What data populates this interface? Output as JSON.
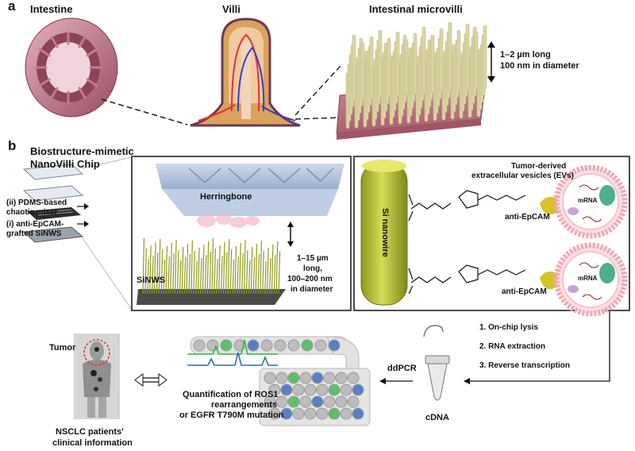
{
  "panel_a": {
    "letter": "a",
    "intestine_label": "Intestine",
    "villi_label": "Villi",
    "microvilli_label": "Intestinal microvilli",
    "microvilli_dims": [
      "1–2 µm long",
      "100 nm in diameter"
    ]
  },
  "panel_b": {
    "letter": "b",
    "chip_title": [
      "Biostructure-mimetic",
      "NanoVilli Chip"
    ],
    "layer_ii": [
      "(ii) PDMS-based",
      "chaotic mixer"
    ],
    "layer_i": [
      "(i) anti-EpCAM-",
      "grafted SiNWS"
    ],
    "herringbone_label": "Herringbone",
    "siNWS_label": "SiNWS",
    "nanowire_dims": [
      "1–15 µm",
      "long,",
      "100–200 nm",
      "in diameter"
    ],
    "si_nanowire_label": "Si nanowire",
    "ev_label": [
      "Tumor-derived",
      "extracellular vesicles (EVs)"
    ],
    "mrna_label": "mRNA",
    "anti_epcam_label": "anti-EpCAM",
    "steps": [
      "1. On-chip lysis",
      "2. RNA extraction",
      "3. Reverse transcription"
    ],
    "ddpcr_label": "ddPCR",
    "cdna_label": "cDNA",
    "tumor_label": "Tumor",
    "quantification_label": [
      "Quantification of ROS1",
      "rearrangements",
      "or EGFR T790M mutation"
    ],
    "clinical_label": [
      "NSCLC patients'",
      "clinical information"
    ]
  },
  "colors": {
    "tissue": "#b86b7e",
    "microvilli": "#d9d3a0",
    "nanowire": "#bcc43a",
    "chip_blue": "#9fb6d6",
    "droplet_green": "#5fbf6b",
    "droplet_blue": "#5b7fc4"
  }
}
